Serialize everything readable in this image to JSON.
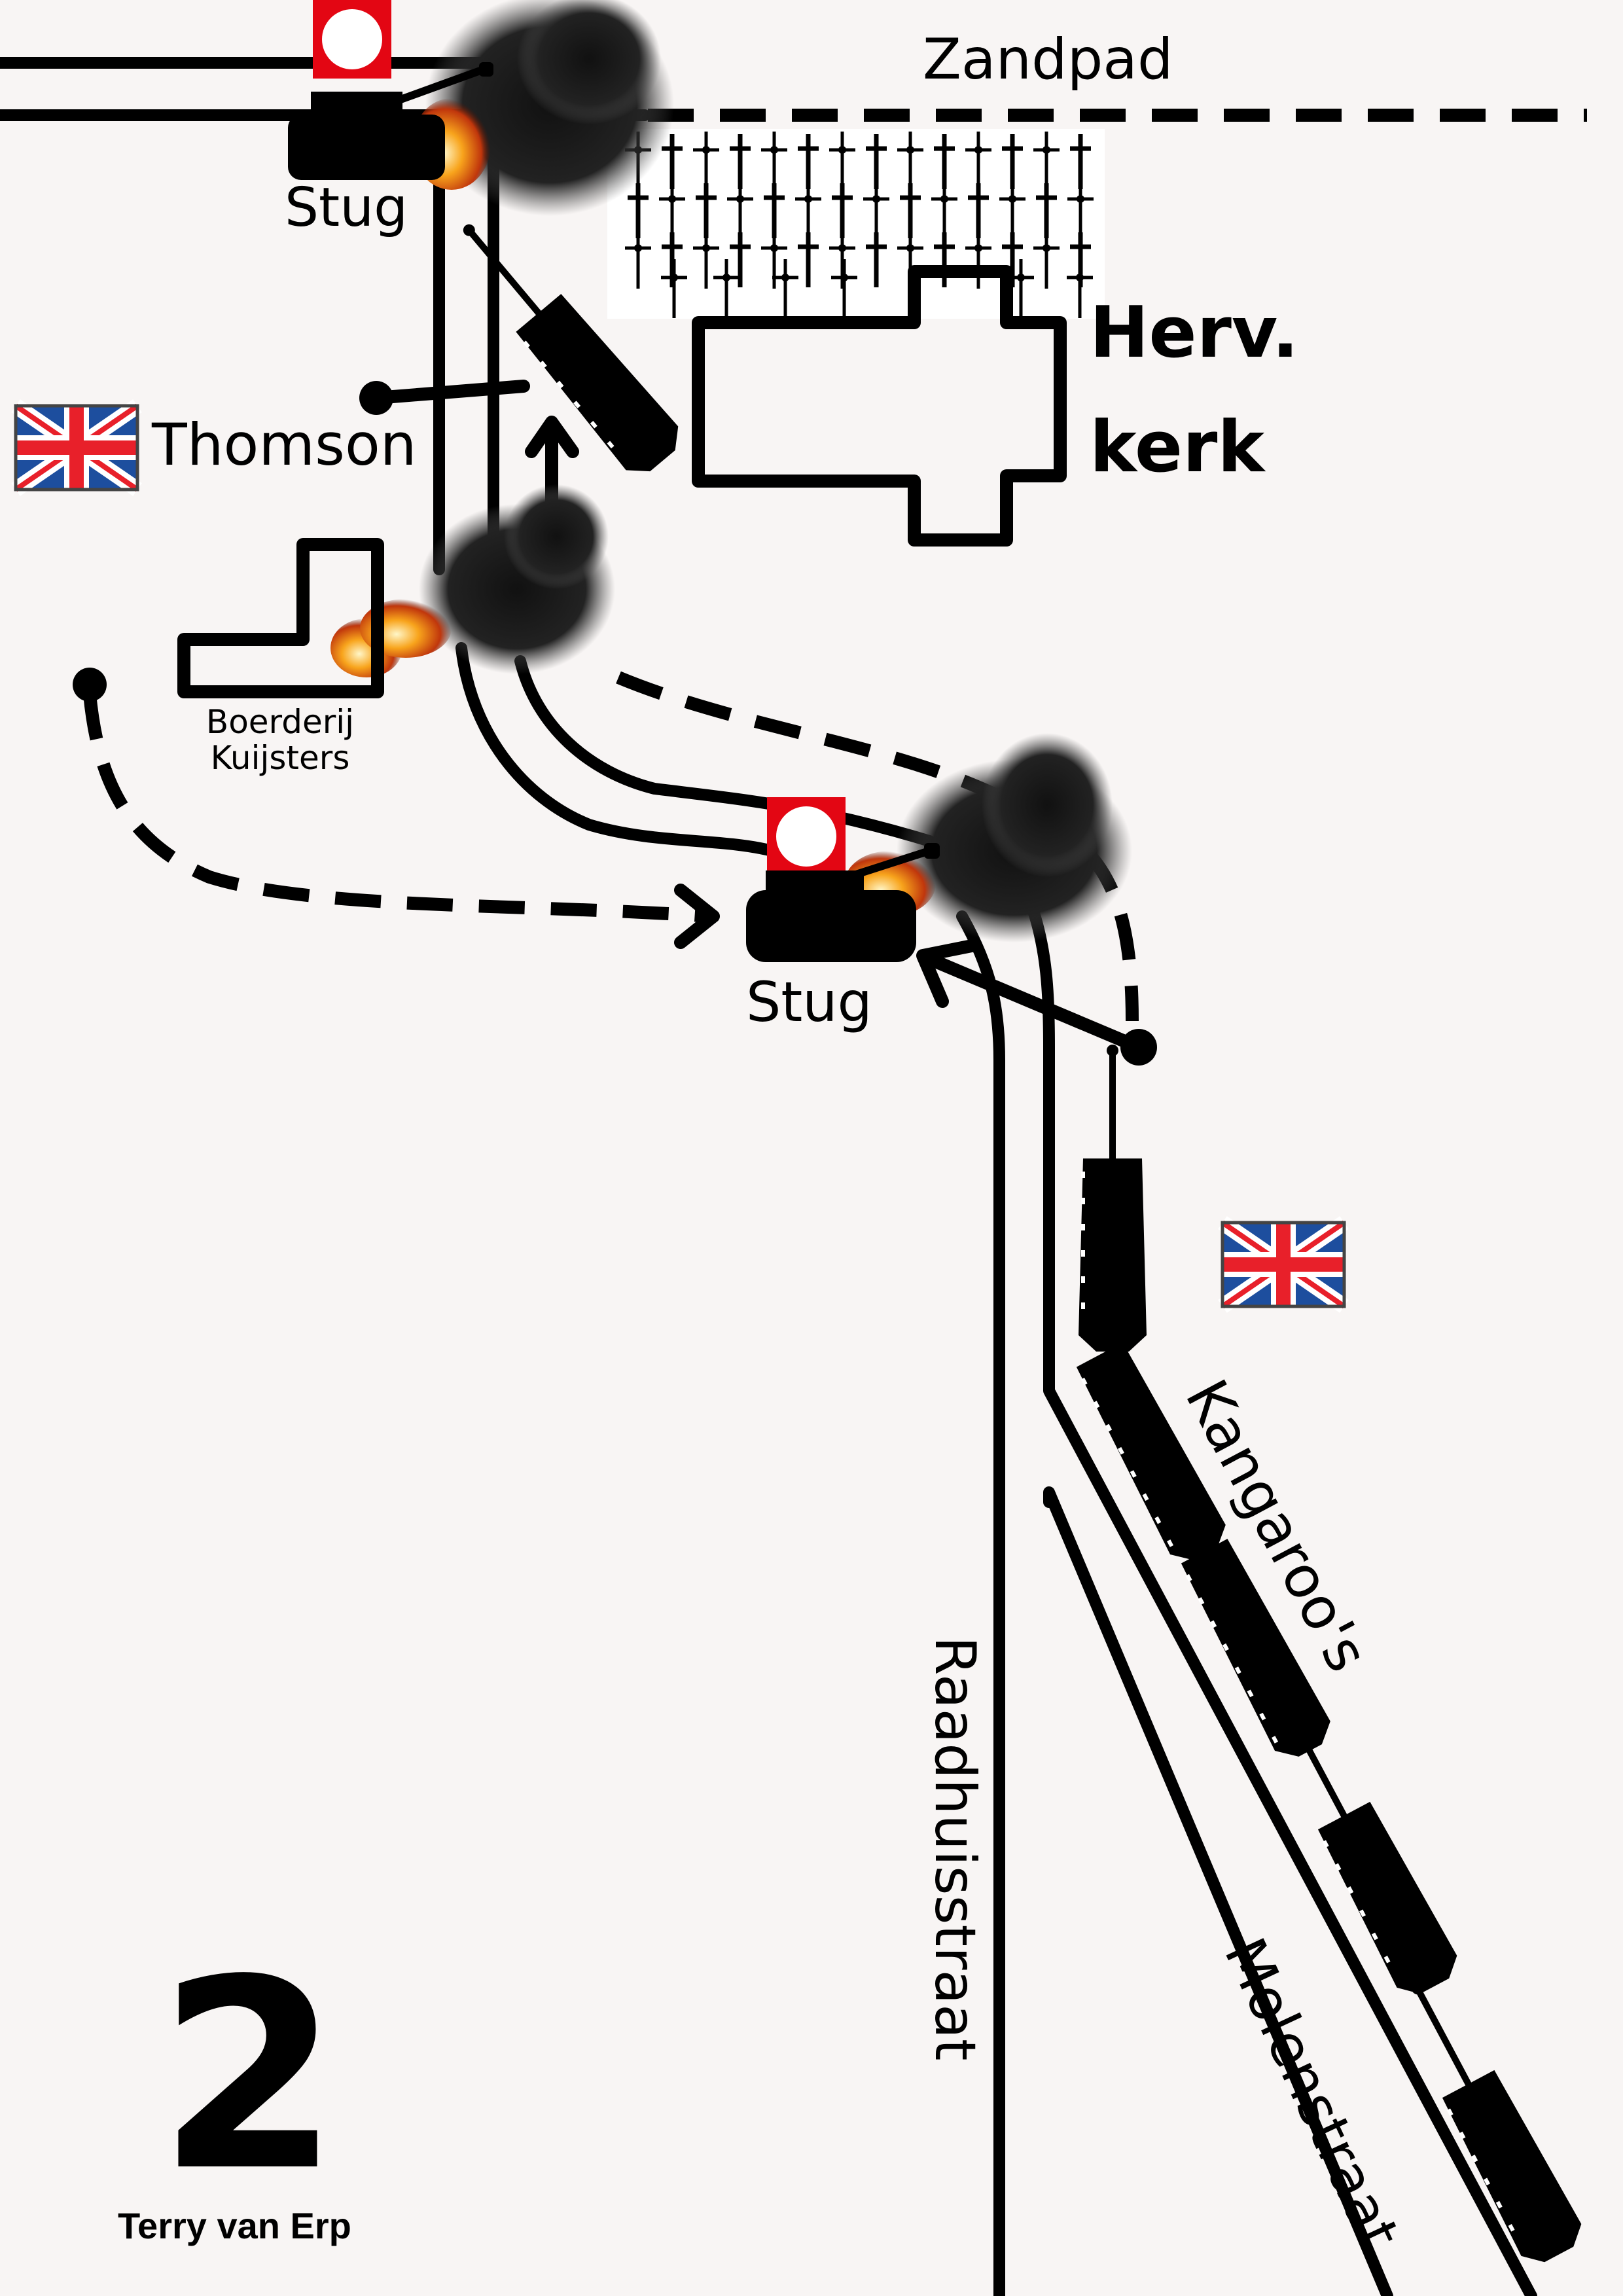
{
  "map": {
    "title_number": "2",
    "author": "Terry van Erp",
    "background": "#f8f5f4"
  },
  "streets": {
    "zandpad": "Zandpad",
    "raadhuisstraat": "Raadhuisstraat",
    "molenstraat": "Molenstraat"
  },
  "buildings": {
    "church_line1": "Herv.",
    "church_line2": "kerk",
    "farm_line1": "Boerderij",
    "farm_line2": "Kuijsters"
  },
  "units": {
    "german_stug_top": "Stug",
    "german_stug_middle": "Stug",
    "british_commander": "Thomson",
    "british_column": "Kangaroo's"
  },
  "colors": {
    "british_flag_blue": "#1d4e9e",
    "british_flag_red": "#e8202a",
    "german_marker_red": "#e30613",
    "fire_orange": "#f49a1c",
    "smoke": "#1a1a1a"
  },
  "icons": {
    "british": "union-jack-flag",
    "german": "german-flag-marker",
    "tank": "tank-silhouette",
    "fire": "burning-tank-smoke",
    "cemetery": "cross-grid"
  }
}
